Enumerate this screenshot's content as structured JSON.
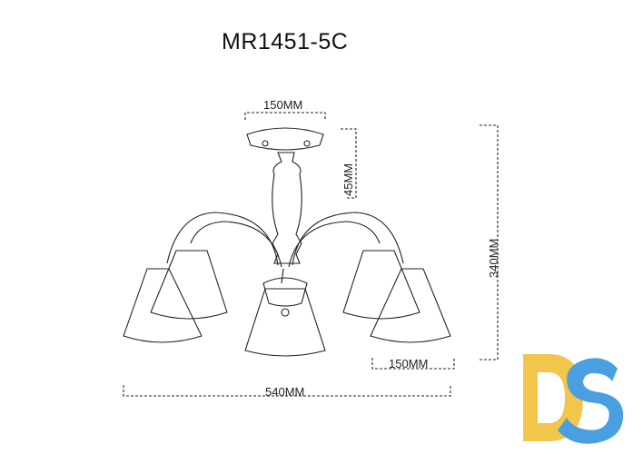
{
  "model": "MR1451-5C",
  "dimensions": {
    "canopy_width": "150MM",
    "stem_height": "45MM",
    "total_height": "340MM",
    "shade_width": "150MM",
    "total_width": "540MM"
  },
  "logo": {
    "text": "DS",
    "colors": {
      "d": "#f2c64a",
      "s": "#4a9fe0"
    }
  }
}
